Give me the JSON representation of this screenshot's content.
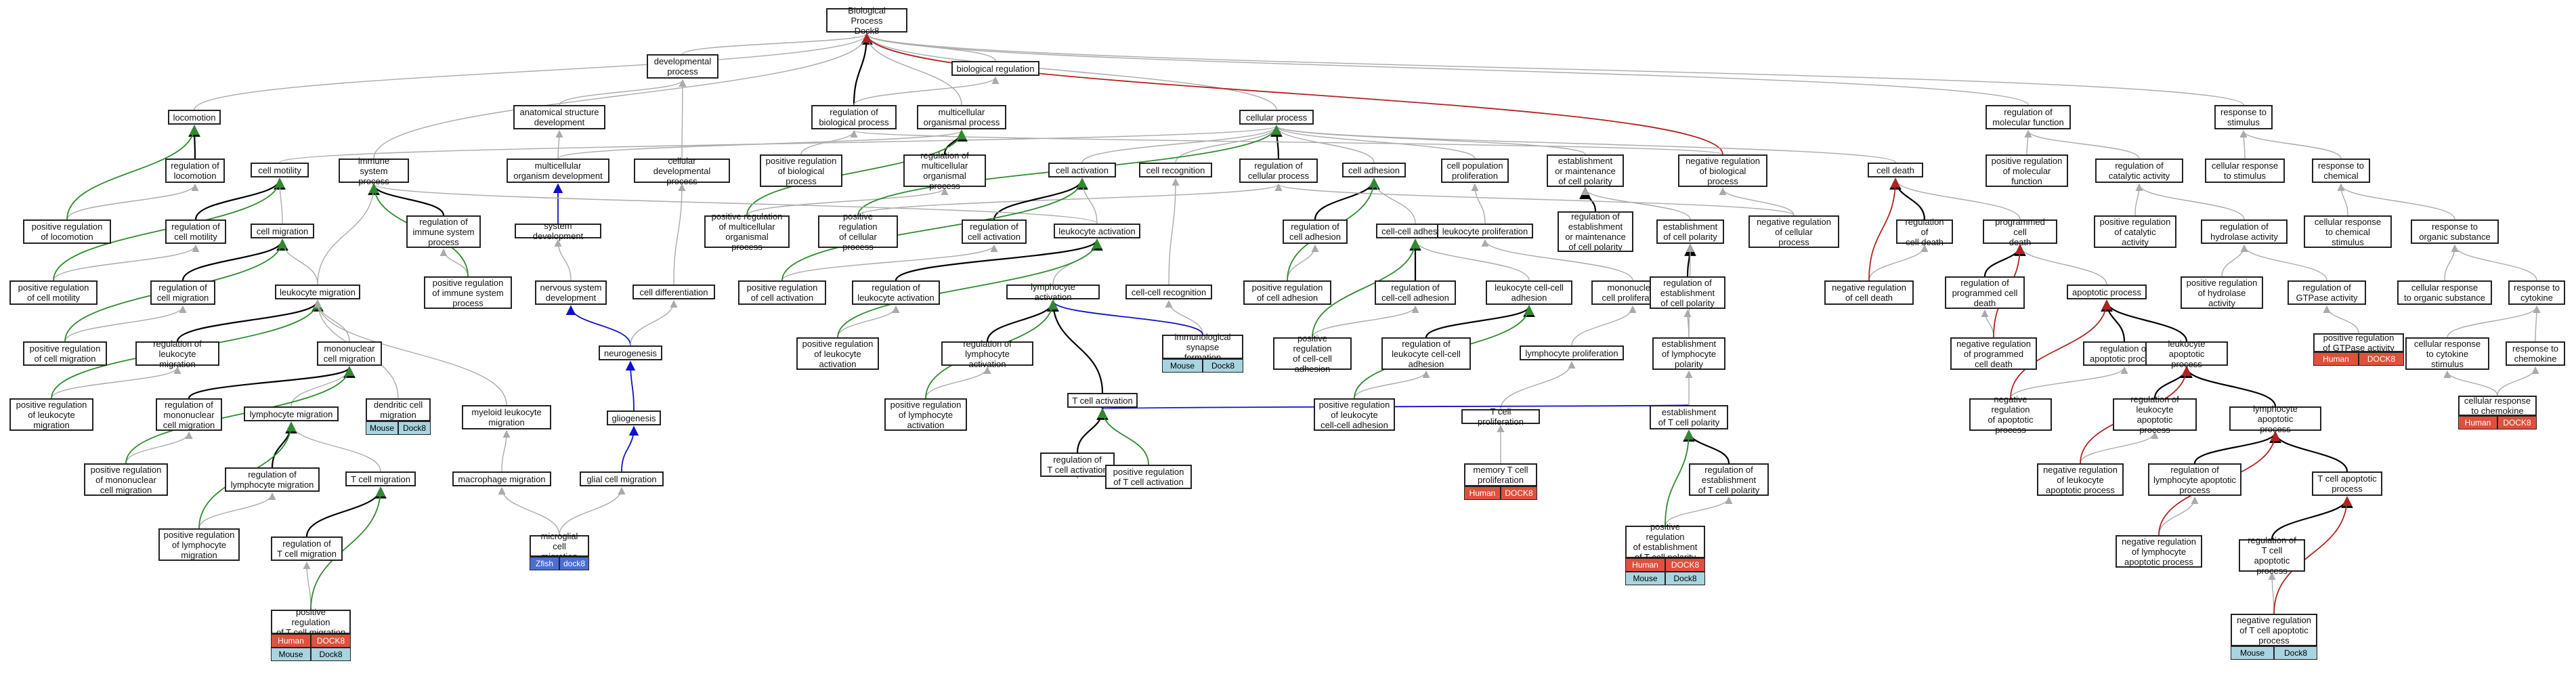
{
  "colors": {
    "edge_default": "#aaaaaa",
    "edge_positive": "#2e8b2e",
    "edge_negative": "#b22222",
    "edge_regulates": "#000000",
    "edge_blue": "#1010cc",
    "human": "#e0503c",
    "mouse": "#a8d4e0",
    "zfish": "#4a6fd0"
  },
  "nodes": {
    "bp": "Biological Process\nDock8",
    "dev_proc": "developmental\nprocess",
    "reg_bp": "regulation of\nbiological process",
    "bio_reg": "biological regulation",
    "locomotion": "locomotion",
    "anat_struct": "anatomical structure\ndevelopment",
    "multi_org": "multicellular\norganismal process",
    "cell_proc": "cellular process",
    "reg_mol_fn": "regulation of\nmolecular function",
    "resp_stim": "response to\nstimulus",
    "reg_loco": "regulation of\nlocomotion",
    "cell_motility": "cell motility",
    "imm_sys": "immune system\nprocess",
    "multi_org_dev": "multicellular\norganism development",
    "cell_dev": "cellular developmental\nprocess",
    "pos_reg_bp": "positive regulation\nof biological\nprocess",
    "reg_multi_org": "regulation of\nmulticellular\norganismal process",
    "cell_activation": "cell activation",
    "cell_recog": "cell recognition",
    "reg_cell_proc": "regulation of\ncellular process",
    "cell_adhesion": "cell adhesion",
    "cell_pop_prolif": "cell population\nproliferation",
    "estab_pol": "establishment\nor maintenance\nof cell polarity",
    "neg_reg_bp": "negative regulation\nof biological\nprocess",
    "cell_death": "cell death",
    "pos_reg_mol": "positive regulation\nof molecular\nfunction",
    "reg_cat": "regulation of\ncatalytic activity",
    "cell_resp_stim": "cellular response\nto stimulus",
    "resp_chem": "response to\nchemical",
    "pos_reg_loco": "positive regulation\nof locomotion",
    "reg_cell_motility": "regulation of\ncell motility",
    "cell_migration": "cell migration",
    "reg_imm": "regulation of\nimmune system\nprocess",
    "sys_dev": "system development",
    "pos_reg_multi": "positive regulation\nof multicellular\norganismal process",
    "pos_reg_cell_proc": "positive regulation\nof cellular\nprocess",
    "reg_cell_act": "regulation of\ncell activation",
    "leuk_act": "leukocyte activation",
    "reg_cell_adh": "regulation of\ncell adhesion",
    "cc_adh": "cell-cell adhesion",
    "leuk_prolif": "leukocyte proliferation",
    "reg_estab_pol": "regulation of\nestablishment\nor maintenance\nof cell polarity",
    "estab_cell_pol": "establishment\nof cell polarity",
    "neg_reg_cell_proc": "negative regulation\nof cellular\nprocess",
    "reg_cell_death": "regulation of\ncell death",
    "prog_death": "programmed cell\ndeath",
    "pos_reg_cat": "positive regulation\nof catalytic\nactivity",
    "reg_hydro": "regulation of\nhydrolase activity",
    "cell_resp_chem": "cellular response\nto chemical\nstimulus",
    "resp_org": "response to\norganic substance",
    "pos_reg_motility": "positive regulation\nof cell motility",
    "reg_cell_mig": "regulation of\ncell migration",
    "leuk_mig": "leukocyte migration",
    "pos_reg_imm": "positive regulation\nof immune system\nprocess",
    "nerv_dev": "nervous system\ndevelopment",
    "cell_diff": "cell differentiation",
    "pos_reg_cell_act": "positive regulation\nof cell activation",
    "reg_leuk_act": "regulation of\nleukocyte activation",
    "lymph_act": "lymphocyte activation",
    "cc_recog": "cell-cell recognition",
    "pos_reg_cell_adh": "positive regulation\nof cell adhesion",
    "reg_cc_adh": "regulation of\ncell-cell adhesion",
    "leuk_cc_adh": "leukocyte cell-cell\nadhesion",
    "mono_prolif": "mononuclear\ncell proliferation",
    "reg_estab_cell_pol": "regulation of\nestablishment\nof cell polarity",
    "neg_reg_cell_death": "negative regulation\nof cell death",
    "reg_prog_death": "regulation of\nprogrammed cell\ndeath",
    "apoptotic": "apoptotic process",
    "pos_reg_hydro": "positive regulation\nof hydrolase\nactivity",
    "reg_gtpase": "regulation of\nGTPase activity",
    "cell_resp_org": "cellular response\nto organic substance",
    "resp_cytokine": "response to\ncytokine",
    "pos_reg_cell_mig": "positive regulation\nof cell migration",
    "reg_leuk_mig": "regulation of\nleukocyte migration",
    "mono_mig": "mononuclear\ncell migration",
    "neurogenesis": "neurogenesis",
    "pos_reg_leuk_act": "positive regulation\nof leukocyte\nactivation",
    "reg_lymph_act": "regulation of\nlymphocyte activation",
    "imm_synapse": "immunological\nsynapse formation",
    "pos_reg_cc_adh": "positive regulation\nof cell-cell\nadhesion",
    "reg_leuk_cc_adh": "regulation of\nleukocyte cell-cell\nadhesion",
    "lymph_prolif": "lymphocyte proliferation",
    "estab_lymph_pol": "establishment\nof lymphocyte\npolarity",
    "neg_reg_prog_death": "negative regulation\nof programmed\ncell death",
    "reg_apop": "regulation of\napoptotic process",
    "leuk_apop": "leukocyte apoptotic\nprocess",
    "pos_reg_gtpase": "positive regulation\nof GTPase activity",
    "cell_resp_cytokine": "cellular response\nto cytokine\nstimulus",
    "resp_chemokine": "response to\nchemokine",
    "pos_reg_leuk_mig": "positive regulation\nof leukocyte\nmigration",
    "reg_mono_mig": "regulation of\nmononuclear\ncell migration",
    "lymph_mig": "lymphocyte migration",
    "dc_mig": "dendritic cell\nmigration",
    "myeloid_mig": "myeloid leukocyte\nmigration",
    "gliogenesis": "gliogenesis",
    "t_act": "T cell activation",
    "pos_reg_lymph_act": "positive regulation\nof lymphocyte\nactivation",
    "pos_reg_leuk_cc_adh": "positive regulation\nof leukocyte\ncell-cell adhesion",
    "t_prolif": "T cell proliferation",
    "estab_t_pol": "establishment\nof T cell polarity",
    "neg_reg_apop": "negative regulation\nof apoptotic\nprocess",
    "reg_leuk_apop": "regulation of\nleukocyte apoptotic\nprocess",
    "lymph_apop": "lymphocyte apoptotic\nprocess",
    "cell_resp_chemokine": "cellular response\nto chemokine",
    "pos_reg_mono_mig": "positive regulation\nof mononuclear\ncell migration",
    "reg_lymph_mig": "regulation of\nlymphocyte migration",
    "t_mig": "T cell migration",
    "macro_mig": "macrophage migration",
    "glial_mig": "glial cell migration",
    "reg_t_act": "regulation of\nT cell activation",
    "mem_t_prolif": "memory T cell\nproliferation",
    "reg_estab_t_pol": "regulation of\nestablishment\nof T cell polarity",
    "neg_reg_leuk_apop": "negative regulation\nof leukocyte\napoptotic process",
    "reg_lymph_apop": "regulation of\nlymphocyte apoptotic\nprocess",
    "t_apop": "T cell apoptotic\nprocess",
    "pos_reg_lymph_mig": "positive regulation\nof lymphocyte\nmigration",
    "reg_t_mig": "regulation of\nT cell migration",
    "pos_reg_t_act": "positive regulation\nof T cell activation",
    "microglial_mig": "microglial cell\nmigration",
    "pos_reg_estab_t_pol": "positive regulation\nof establishment\nof T cell polarity",
    "neg_reg_lymph_apop": "negative regulation\nof lymphocyte\napoptotic process",
    "reg_t_apop": "regulation of\nT cell apoptotic\nprocess",
    "pos_reg_t_mig": "positive regulation\nof T cell migration",
    "neg_reg_t_apop": "negative regulation\nof T cell apoptotic\nprocess"
  },
  "orthologs": {
    "pos_reg_t_mig_human": [
      "Human",
      "DOCK8"
    ],
    "pos_reg_t_mig_mouse": [
      "Mouse",
      "Dock8"
    ],
    "imm_synapse_mouse": [
      "Mouse",
      "Dock8"
    ],
    "dc_mig_mouse": [
      "Mouse",
      "Dock8"
    ],
    "microglial_zfish": [
      "Zfish",
      "dock8"
    ],
    "mem_t_human": [
      "Human",
      "DOCK8"
    ],
    "pos_reg_estab_human": [
      "Human",
      "DOCK8"
    ],
    "pos_reg_estab_mouse": [
      "Mouse",
      "Dock8"
    ],
    "pos_reg_gtpase_human": [
      "Human",
      "DOCK8"
    ],
    "cell_resp_chemokine_human": [
      "Human",
      "DOCK8"
    ],
    "neg_reg_t_apop_mouse": [
      "Mouse",
      "Dock8"
    ]
  }
}
